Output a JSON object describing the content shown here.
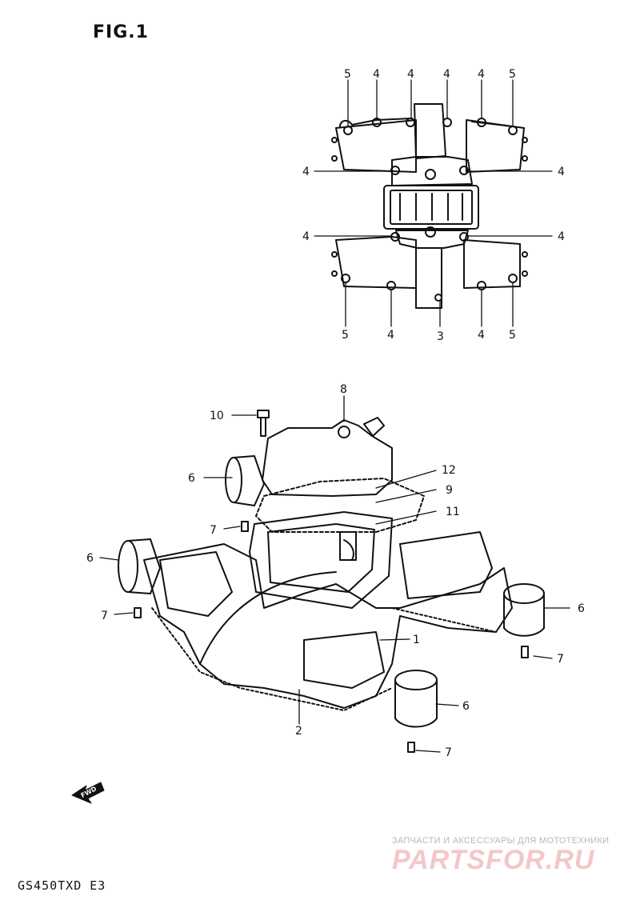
{
  "header": {
    "figure_title": "FIG.1"
  },
  "footer": {
    "model_code": "GS450TXD E3"
  },
  "watermark": {
    "tagline": "ЗАПЧАСТИ И АКСЕССУАРЫ ДЛЯ МОТОТЕХНИКИ",
    "brand": "PARTSFOR.RU",
    "brand_color": "#f4c7c7"
  },
  "fwd_arrow": {
    "label": "FWD"
  },
  "top_view": {
    "labels": {
      "top_left": "5",
      "top_2": "4",
      "top_3": "4",
      "top_4": "4",
      "top_5": "4",
      "top_right": "5",
      "upper_left": "4",
      "upper_right": "4",
      "lower_left": "4",
      "lower_right": "4",
      "bottom_left": "5",
      "bottom_2": "4",
      "bottom_center": "3",
      "bottom_4": "4",
      "bottom_right": "5"
    }
  },
  "exploded_view": {
    "labels": {
      "bolt_top": "10",
      "plate_8": "8",
      "cap_upper_left": "6",
      "bolt_7a": "7",
      "cap_left": "6",
      "bolt_7b": "7",
      "part_12": "12",
      "part_9": "9",
      "part_11": "11",
      "cover_1": "1",
      "gasket_2": "2",
      "cap_right": "6",
      "bolt_7c": "7",
      "cap_bottom": "6",
      "bolt_7d": "7"
    }
  }
}
